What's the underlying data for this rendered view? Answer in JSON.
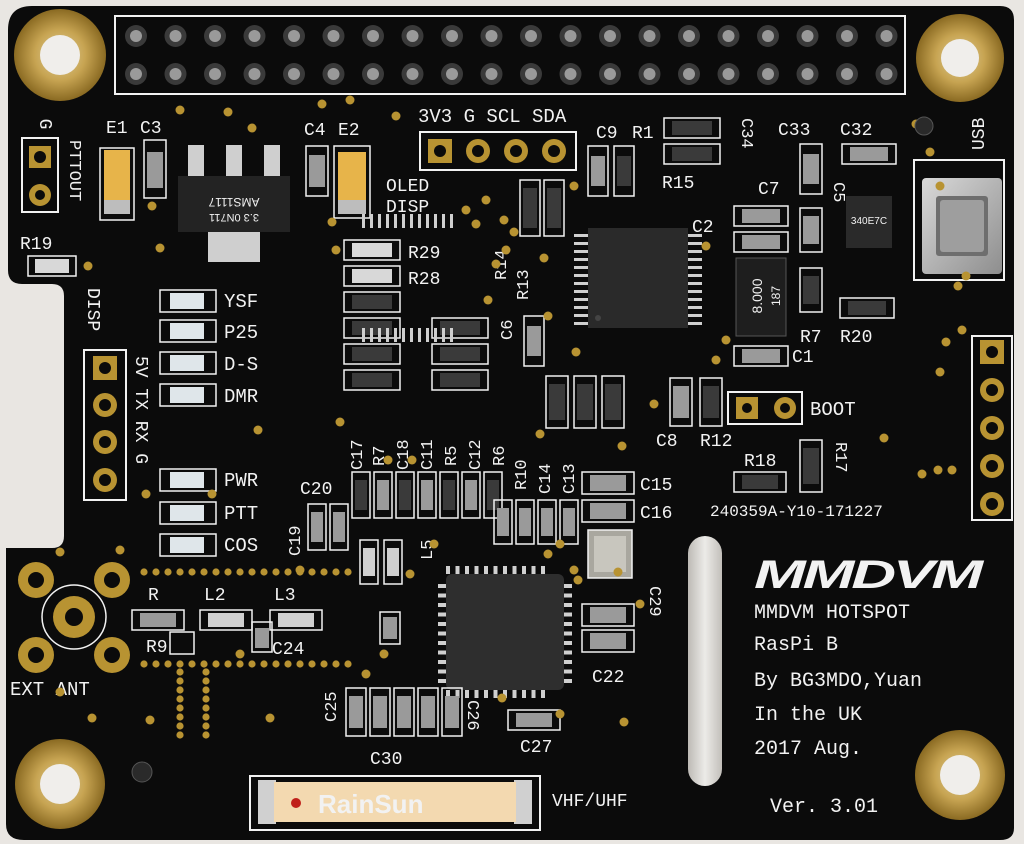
{
  "board": {
    "colors": {
      "pcb": "#0b0b0b",
      "silkscreen": "#f2f2f2",
      "gold": "#b89332",
      "background": "#e9e6e2",
      "chip": "#2a2a2a",
      "led": "#dfe6ea",
      "antenna_label": "#f3d9b0",
      "antenna_text": "#c0201a"
    },
    "title_block": {
      "logo": "MMDVM",
      "line1": "MMDVM HOTSPOT",
      "line2": "RasPi B",
      "line3": "By BG3MDO,Yuan",
      "line4": "In the UK",
      "line5": "2017 Aug.",
      "version": "Ver. 3.01"
    },
    "serial": "240359A-Y10-171227",
    "labels": {
      "oled_header": "3V3 G SCL SDA",
      "oled": "OLED",
      "disp": "DISP",
      "disp_side": "DISP",
      "usb": "USB",
      "boot": "BOOT",
      "ext_ant": "EXT ANT",
      "vhf_uhf": "VHF/UHF",
      "pttout": "PTTOUT",
      "g_top": "G",
      "serial_header": "5V TX RX G"
    },
    "leds": {
      "ysf": "YSF",
      "p25": "P25",
      "dstar": "D-S",
      "dmr": "DMR",
      "pwr": "PWR",
      "ptt": "PTT",
      "cos": "COS"
    },
    "components": {
      "e1": "E1",
      "c3": "C3",
      "c4": "C4",
      "e2": "E2",
      "c9": "C9",
      "r1": "R1",
      "r15": "R15",
      "c34": "C34",
      "c33": "C33",
      "c32": "C32",
      "c7": "C7",
      "c5": "C5",
      "c2": "C2",
      "r19": "R19",
      "r29": "R29",
      "r28": "R28",
      "r14": "R14",
      "r13": "R13",
      "c6": "C6",
      "r7a": "R7",
      "r20": "R20",
      "c1": "C1",
      "c8": "C8",
      "r12": "R12",
      "r18": "R18",
      "r17": "R17",
      "c15": "C15",
      "c16": "C16",
      "c17": "C17",
      "r7b": "R7",
      "c18": "C18",
      "c11": "C11",
      "r5": "R5",
      "c12": "C12",
      "r6": "R6",
      "r10": "R10",
      "c14": "C14",
      "c13": "C13",
      "c20": "C20",
      "c19": "C19",
      "l5": "L5",
      "r_ant": "R",
      "l2": "L2",
      "l3": "L3",
      "r9": "R9",
      "c24": "C24",
      "c29": "C29",
      "c22": "C22",
      "c25": "C25",
      "c26": "C26",
      "c30": "C30",
      "c27": "C27"
    },
    "chips": {
      "regulator_line1": "AMS1117",
      "regulator_line2": "3.3 0N711",
      "crystal_line1": "8.000",
      "crystal_line2": "187",
      "usb_ic": "340E7C"
    },
    "antenna": {
      "brand": "RainSun"
    }
  }
}
